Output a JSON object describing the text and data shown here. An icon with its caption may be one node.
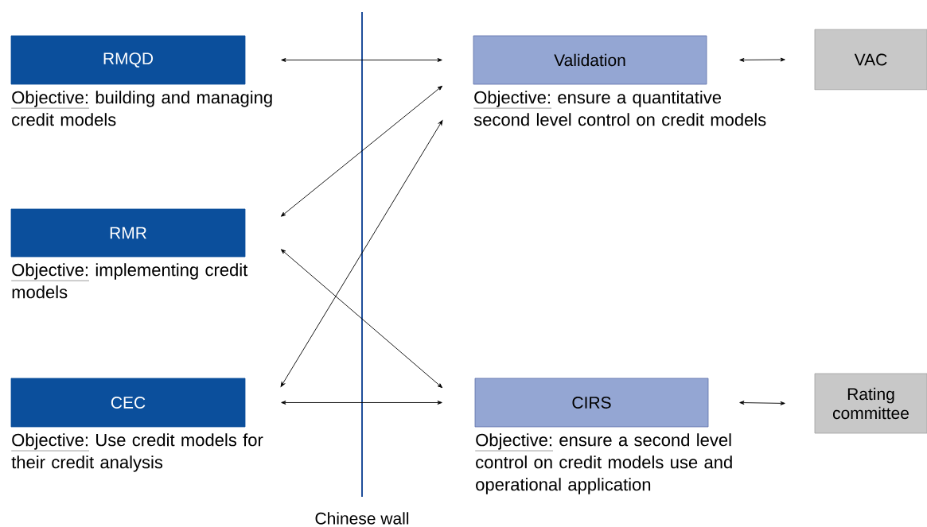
{
  "diagram": {
    "nodes": [
      {
        "text": [
          "RMQD"
        ],
        "beside": [
          "Objective:",
          "building and managing credit models"
        ]
      },
      {
        "text": [
          "Validation"
        ],
        "beside": [
          "Objective:",
          "ensure a quantitative second level control on credit models"
        ]
      },
      {
        "text": [
          "VAC"
        ]
      },
      {
        "text": [
          "RMR"
        ],
        "beside": [
          "Objective:",
          "implementing credit models"
        ]
      },
      {
        "text": [
          "CEC"
        ],
        "beside": [
          "Objective:",
          "Use credit models for their credit analysis"
        ]
      },
      {
        "text": [
          "CIRS"
        ],
        "beside": [
          "Objective:",
          "ensure a second level control on credit models use and operational application"
        ]
      },
      {
        "text": [
          "Rating committee"
        ]
      }
    ],
    "edges": [
      {
        "from": 0,
        "to": 1,
        "arrow": "both"
      },
      {
        "from": 1,
        "to": 2,
        "arrow": "both"
      },
      {
        "from": 1,
        "to": 3,
        "arrow": "both"
      },
      {
        "from": 1,
        "to": 4,
        "arrow": "both"
      },
      {
        "from": 3,
        "to": 5,
        "arrow": "both"
      },
      {
        "from": 4,
        "to": 5,
        "arrow": "both"
      },
      {
        "from": 5,
        "to": 6,
        "arrow": "both"
      }
    ],
    "labels": [
      "Chinese wall"
    ]
  }
}
